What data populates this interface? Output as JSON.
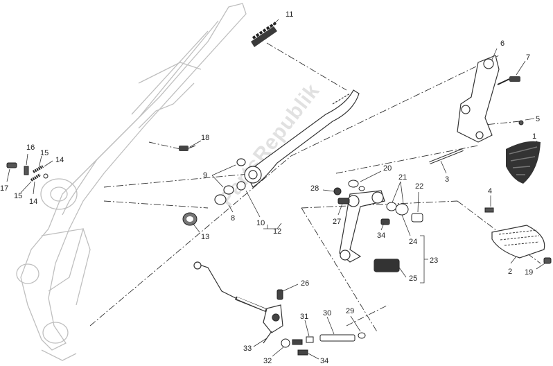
{
  "watermark": "PartsRepublik",
  "colors": {
    "line": "#222222",
    "frame": "#cfcfcf",
    "part": "#555555",
    "rubber": "#3a3a3a"
  },
  "callouts": [
    {
      "label": "1"
    },
    {
      "label": "2"
    },
    {
      "label": "3"
    },
    {
      "label": "4"
    },
    {
      "label": "5"
    },
    {
      "label": "6"
    },
    {
      "label": "7"
    },
    {
      "label": "8"
    },
    {
      "label": "9"
    },
    {
      "label": "10"
    },
    {
      "label": "11"
    },
    {
      "label": "12"
    },
    {
      "label": "13"
    },
    {
      "label": "14"
    },
    {
      "label": "14"
    },
    {
      "label": "15"
    },
    {
      "label": "15"
    },
    {
      "label": "16"
    },
    {
      "label": "17"
    },
    {
      "label": "18"
    },
    {
      "label": "19"
    },
    {
      "label": "20"
    },
    {
      "label": "21"
    },
    {
      "label": "22"
    },
    {
      "label": "23"
    },
    {
      "label": "24"
    },
    {
      "label": "25"
    },
    {
      "label": "26"
    },
    {
      "label": "27"
    },
    {
      "label": "28"
    },
    {
      "label": "29"
    },
    {
      "label": "30"
    },
    {
      "label": "31"
    },
    {
      "label": "32"
    },
    {
      "label": "33"
    },
    {
      "label": "34"
    },
    {
      "label": "34"
    }
  ]
}
